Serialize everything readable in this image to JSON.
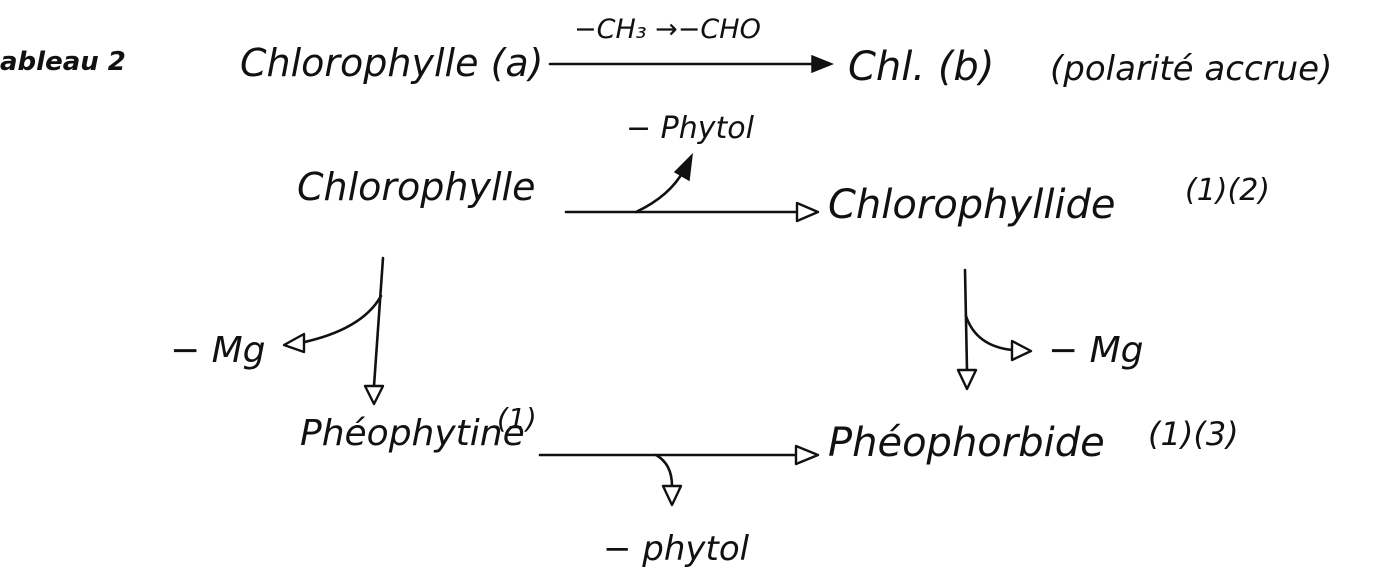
{
  "table_label": "ableau 2",
  "top_reaction": {
    "reactant": "Chlorophylle (a)",
    "transformation": "−CH₃ →−CHO",
    "product": "Chl. (b)",
    "note": "(polarité accrue)"
  },
  "nodes": {
    "chlorophylle": "Chlorophylle",
    "chlorophyllide": "Chlorophyllide",
    "chlorophyllide_refs": "(1)(2)",
    "pheophytine": "Phéophytine",
    "pheophytine_refs": "(1)",
    "pheophorbide": "Phéophorbide",
    "pheophorbide_refs": "(1)(3)"
  },
  "losses": {
    "phytol_top": "− Phytol",
    "mg_left": "− Mg",
    "mg_right": "− Mg",
    "phytol_bottom": "− phytol"
  }
}
